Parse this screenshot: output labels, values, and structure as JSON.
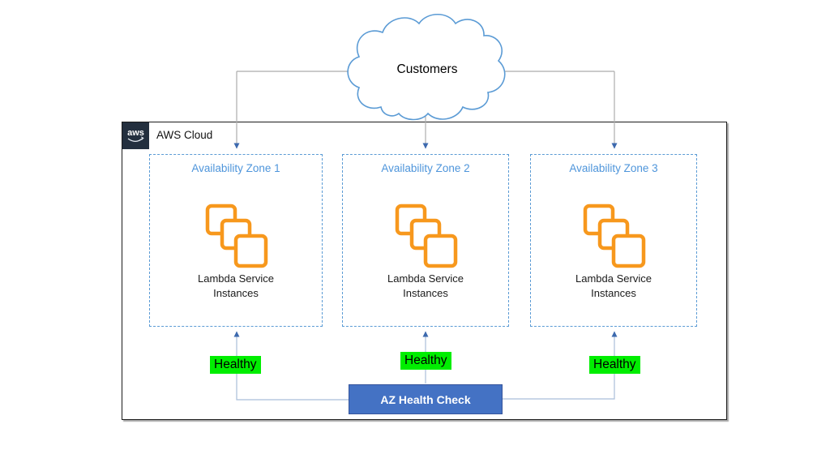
{
  "diagram": {
    "title_semantic": "AWS multi-AZ Lambda health check architecture",
    "customers_label": "Customers",
    "aws_cloud": {
      "logo_text": "aws",
      "label": "AWS Cloud"
    },
    "zones": [
      {
        "title": "Availability Zone 1",
        "instances_label": "Lambda Service Instances",
        "status": "Healthy"
      },
      {
        "title": "Availability Zone 2",
        "instances_label": "Lambda Service Instances",
        "status": "Healthy"
      },
      {
        "title": "Availability Zone 3",
        "instances_label": "Lambda Service Instances",
        "status": "Healthy"
      }
    ],
    "health_check": {
      "label": "AZ Health Check"
    },
    "connections": [
      {
        "from": "customers",
        "to": "availability-zone-1"
      },
      {
        "from": "customers",
        "to": "availability-zone-2"
      },
      {
        "from": "customers",
        "to": "availability-zone-3"
      },
      {
        "from": "az-health-check",
        "to": "availability-zone-1",
        "status": "Healthy"
      },
      {
        "from": "az-health-check",
        "to": "availability-zone-2",
        "status": "Healthy"
      },
      {
        "from": "az-health-check",
        "to": "availability-zone-3",
        "status": "Healthy"
      }
    ],
    "colors": {
      "zone_accent_blue": "#5B9BD5",
      "zone_title_blue": "#4E95DB",
      "lambda_orange": "#F7981D",
      "healthy_green": "#00EE00",
      "health_check_blue": "#4472C4",
      "health_check_border": "#35549B",
      "aws_logo_dark": "#232F3E",
      "connector_gray": "#ACACAC",
      "connector_light_blue": "#A9BED9",
      "arrowhead_blue": "#3C69AE",
      "cloud_outline_blue": "#5B9BD5"
    }
  }
}
